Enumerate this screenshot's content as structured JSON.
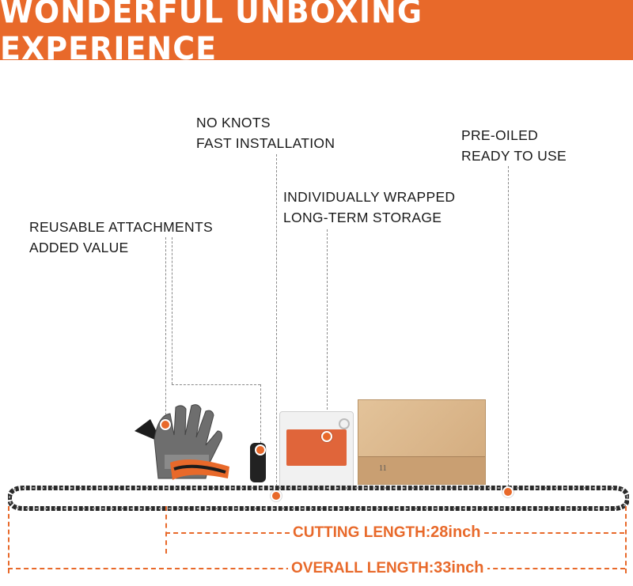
{
  "banner": {
    "title": "WONDERFUL UNBOXING EXPERIENCE"
  },
  "callouts": {
    "no_knots": {
      "line1": "NO KNOTS",
      "line2": "FAST INSTALLATION"
    },
    "pre_oiled": {
      "line1": "PRE-OILED",
      "line2": "READY TO USE"
    },
    "wrapped": {
      "line1": "INDIVIDUALLY WRAPPED",
      "line2": "LONG-TERM STORAGE"
    },
    "attachments": {
      "line1": "REUSABLE ATTACHMENTS",
      "line2": "ADDED VALUE"
    }
  },
  "dimensions": {
    "cutting": {
      "label": "CUTTING LENGTH:",
      "value": "28inch"
    },
    "overall": {
      "label": "OVERALL LENGTH:",
      "value": "33inch"
    }
  },
  "box": {
    "label": "11"
  },
  "colors": {
    "accent": "#e8692a",
    "text": "#1a1a1a"
  }
}
